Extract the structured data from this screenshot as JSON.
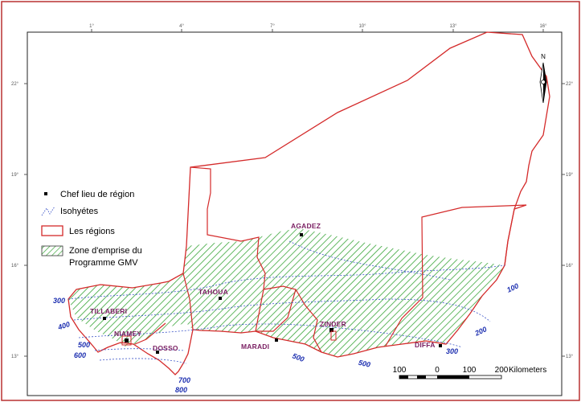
{
  "map": {
    "north_label": "N",
    "top_ticks": [
      "1°",
      "4°",
      "7°",
      "10°",
      "13°",
      "16°"
    ],
    "left_ticks": [
      "22°",
      "19°",
      "16°",
      "13°"
    ],
    "right_ticks": [
      "22°",
      "19°",
      "16°",
      "13°"
    ],
    "colors": {
      "region_border": "#d42a2a",
      "hatch": "#3aa63a",
      "isohyet": "#3c55c8",
      "city_label": "#7a1f62",
      "isohyet_label": "#1d2fb0",
      "frame": "#b83030"
    }
  },
  "legend": {
    "capital": "Chef lieu de région",
    "isohyets": "Isohyétes",
    "regions": "Les régions",
    "zone_line1": "Zone d'emprise du",
    "zone_line2": "Programme GMV"
  },
  "cities": {
    "agadez": "AGADEZ",
    "tahoua": "TAHOUA",
    "tillaberi": "TILLABERI",
    "niamey": "NIAMEY",
    "dosso": "DOSSO",
    "maradi": "MARADI",
    "zinder": "ZINDER",
    "diffa": "DIFFA"
  },
  "isohyet_labels": {
    "i300w": "300",
    "i400": "400",
    "i500w": "500",
    "i600": "600",
    "i700": "700",
    "i800": "800",
    "i500c": "500",
    "i500e": "500",
    "i300e": "300",
    "i200": "200",
    "i100": "100"
  },
  "scale": {
    "labels": [
      "100",
      "0",
      "100",
      "200"
    ],
    "unit": "Kilometers"
  }
}
